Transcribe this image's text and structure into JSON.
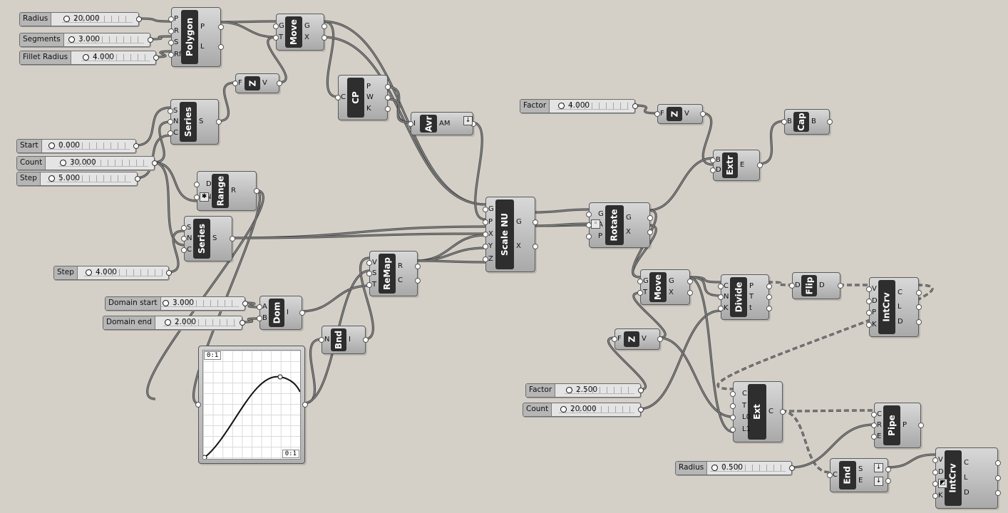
{
  "sliders": [
    {
      "id": "radius1",
      "label": "Radius",
      "value": "20.000"
    },
    {
      "id": "segments",
      "label": "Segments",
      "value": "3.000"
    },
    {
      "id": "fillet",
      "label": "Fillet Radius",
      "value": "4.000"
    },
    {
      "id": "start",
      "label": "Start",
      "value": "0.000"
    },
    {
      "id": "count1",
      "label": "Count",
      "value": "30.000"
    },
    {
      "id": "step1",
      "label": "Step",
      "value": "5.000"
    },
    {
      "id": "step2",
      "label": "Step",
      "value": "4.000"
    },
    {
      "id": "domstart",
      "label": "Domain start",
      "value": "3.000"
    },
    {
      "id": "domend",
      "label": "Domain end",
      "value": "2.000"
    },
    {
      "id": "factor1",
      "label": "Factor",
      "value": "4.000"
    },
    {
      "id": "factor2",
      "label": "Factor",
      "value": "2.500"
    },
    {
      "id": "count2",
      "label": "Count",
      "value": "20.000"
    },
    {
      "id": "radius2",
      "label": "Radius",
      "value": "0.500"
    }
  ],
  "components": [
    {
      "id": "polygon",
      "name": "Polygon",
      "inputs": [
        "P",
        "R",
        "S",
        "Rf"
      ],
      "outputs": [
        "P",
        "L"
      ]
    },
    {
      "id": "move1",
      "name": "Move",
      "inputs": [
        "G",
        "T"
      ],
      "outputs": [
        "G",
        "X"
      ]
    },
    {
      "id": "z1",
      "name": "Z",
      "inputs": [
        "F"
      ],
      "outputs": [
        "V"
      ]
    },
    {
      "id": "series1",
      "name": "Series",
      "inputs": [
        "S",
        "N",
        "C"
      ],
      "outputs": [
        "S"
      ]
    },
    {
      "id": "cp",
      "name": "CP",
      "inputs": [
        "C"
      ],
      "outputs": [
        "P",
        "W",
        "K"
      ]
    },
    {
      "id": "avr",
      "name": "Avr",
      "inputs": [
        "I"
      ],
      "outputs": [
        "AM"
      ]
    },
    {
      "id": "range",
      "name": "Range",
      "inputs": [
        "D",
        "N"
      ],
      "outputs": [
        "R"
      ]
    },
    {
      "id": "series2",
      "name": "Series",
      "inputs": [
        "S",
        "N",
        "C"
      ],
      "outputs": [
        "S"
      ]
    },
    {
      "id": "scalenu",
      "name": "Scale NU",
      "inputs": [
        "G",
        "P",
        "X",
        "Y",
        "Z"
      ],
      "outputs": [
        "G",
        "X"
      ]
    },
    {
      "id": "remap",
      "name": "ReMap",
      "inputs": [
        "V",
        "S",
        "T"
      ],
      "outputs": [
        "R",
        "C"
      ]
    },
    {
      "id": "dom",
      "name": "Dom",
      "inputs": [
        "A",
        "B"
      ],
      "outputs": [
        "I"
      ]
    },
    {
      "id": "bnd",
      "name": "Bnd",
      "inputs": [
        "N"
      ],
      "outputs": [
        "I"
      ]
    },
    {
      "id": "z2",
      "name": "Z",
      "inputs": [
        "F"
      ],
      "outputs": [
        "V"
      ]
    },
    {
      "id": "extr",
      "name": "Extr",
      "inputs": [
        "B",
        "D"
      ],
      "outputs": [
        "E"
      ]
    },
    {
      "id": "cap",
      "name": "Cap",
      "inputs": [
        "B"
      ],
      "outputs": [
        "B"
      ]
    },
    {
      "id": "rotate",
      "name": "Rotate",
      "inputs": [
        "G",
        "A",
        "P"
      ],
      "outputs": [
        "G",
        "X"
      ]
    },
    {
      "id": "move2",
      "name": "Move",
      "inputs": [
        "G",
        "T"
      ],
      "outputs": [
        "G",
        "X"
      ]
    },
    {
      "id": "divide",
      "name": "Divide",
      "inputs": [
        "C",
        "N",
        "K"
      ],
      "outputs": [
        "P",
        "T",
        "t"
      ]
    },
    {
      "id": "flip",
      "name": "Flip",
      "inputs": [
        "D"
      ],
      "outputs": [
        "D"
      ]
    },
    {
      "id": "intcrv1",
      "name": "IntCrv",
      "inputs": [
        "V",
        "D",
        "P",
        "K"
      ],
      "outputs": [
        "C",
        "L",
        "D"
      ]
    },
    {
      "id": "z3",
      "name": "Z",
      "inputs": [
        "F"
      ],
      "outputs": [
        "V"
      ]
    },
    {
      "id": "ext",
      "name": "Ext",
      "inputs": [
        "C",
        "T",
        "L0",
        "L1"
      ],
      "outputs": [
        "C"
      ]
    },
    {
      "id": "pipe",
      "name": "Pipe",
      "inputs": [
        "C",
        "R",
        "E"
      ],
      "outputs": [
        "P"
      ]
    },
    {
      "id": "end",
      "name": "End",
      "inputs": [
        "C"
      ],
      "outputs": [
        "S",
        "E"
      ]
    },
    {
      "id": "intcrv2",
      "name": "IntCrv",
      "inputs": [
        "V",
        "D",
        "P",
        "K"
      ],
      "outputs": [
        "C",
        "L",
        "D"
      ]
    }
  ],
  "graph": {
    "range_top": "0:1",
    "range_bottom": "0:1"
  }
}
